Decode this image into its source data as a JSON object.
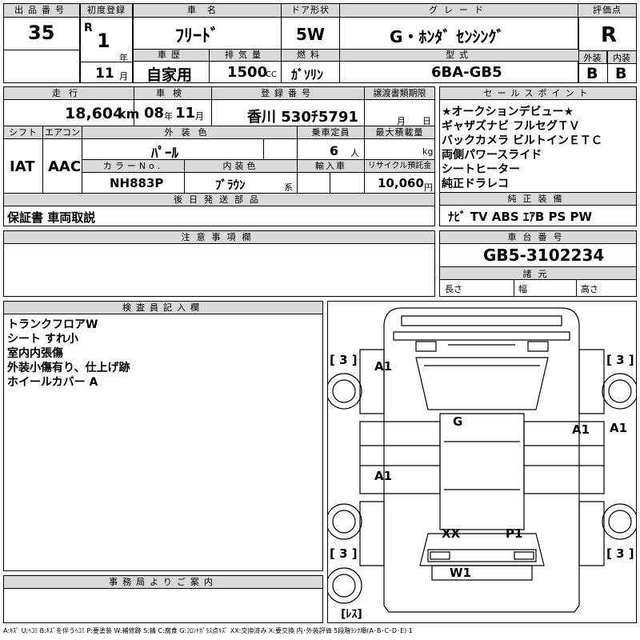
{
  "lot": {
    "label": "出品番号",
    "value": "35"
  },
  "first_reg": {
    "label": "初度登録",
    "era": "R",
    "year": "1",
    "year_unit": "年",
    "month": "11",
    "month_unit": "月"
  },
  "car_name": {
    "label": "車名",
    "value": "ﾌﾘｰﾄﾞ"
  },
  "door": {
    "label": "ドア形状",
    "value": "5W"
  },
  "grade": {
    "label": "グレード",
    "value": "G・ﾎﾝﾀﾞ ｾﾝｼﾝｸﾞ"
  },
  "score": {
    "label": "評価点",
    "value": "R",
    "ext_label": "外装",
    "ext": "B",
    "int_label": "内装",
    "int": "B"
  },
  "history": {
    "label": "車歴",
    "value": "自家用"
  },
  "displacement": {
    "label": "排気量",
    "value": "1500",
    "unit": "CC"
  },
  "fuel": {
    "label": "燃料",
    "value": "ｶﾞｿﾘﾝ"
  },
  "model": {
    "label": "型式",
    "value": "6BA-GB5"
  },
  "mileage": {
    "label": "走行",
    "value": "18,604",
    "unit": "km"
  },
  "inspection": {
    "label": "車検",
    "year": "08",
    "year_unit": "年",
    "month": "11",
    "month_unit": "月"
  },
  "registration": {
    "label": "登録番号",
    "value": "香川 530ﾁ5791"
  },
  "transfer": {
    "label": "譲渡書類期限",
    "month_unit": "月",
    "day_unit": "日"
  },
  "shift": {
    "label": "シフト",
    "value": "IAT"
  },
  "aircon": {
    "label": "エアコン",
    "value": "AAC"
  },
  "exterior_color": {
    "label": "外装色",
    "value": "ﾊﾟｰﾙ"
  },
  "capacity": {
    "label": "乗車定員",
    "value": "6",
    "unit": "人"
  },
  "max_load": {
    "label": "最大積載量",
    "unit": "kg"
  },
  "color_no": {
    "label": "カラーNo.",
    "value": "NH883P"
  },
  "interior_color": {
    "label": "内装色",
    "value": "ﾌﾞﾗｳﾝ",
    "unit": "系"
  },
  "import": {
    "label": "輸入車"
  },
  "recycle": {
    "label": "リサイクル預託金",
    "value": "10,060",
    "unit": "円"
  },
  "followup": {
    "label": "後日発送部品",
    "value": "保証書 車両取説"
  },
  "notes": {
    "label": "注意事項欄"
  },
  "sales_points": {
    "label": "セールスポイント",
    "lines": [
      "★オークションデビュー★",
      "ギャザズナビ フルセグＴＶ",
      "バックカメラ ビルトインＥＴＣ",
      "両側パワースライド",
      "シートヒーター",
      "純正ドラレコ"
    ]
  },
  "equipment": {
    "label": "純正装備",
    "value": "ﾅﾋﾞ TV ABS ｴｱB PS PW"
  },
  "chassis": {
    "label": "車台番号",
    "value": "GB5-3102234"
  },
  "dimensions": {
    "label": "諸元",
    "length": "長さ",
    "width": "幅",
    "height": "高さ"
  },
  "inspector": {
    "label": "検査員記入欄",
    "lines": [
      "トランクフロアW",
      "シート すれ小",
      "室内内張傷",
      "外装小傷有り、仕上げ跡",
      "ホイールカバー A"
    ]
  },
  "office": {
    "label": "事務局よりご案内"
  },
  "diagram": {
    "marks": [
      "A1",
      "G",
      "A1",
      "A1",
      "A1",
      "XX",
      "P1",
      "W1"
    ],
    "tires": [
      "[ 3 ]",
      "[ 3 ]",
      "[ 3 ]",
      "[ 3 ]"
    ],
    "spare": "[ﾚｽ]"
  },
  "legend": "A:ｷｽﾞ U:ﾍｺﾐ B:ｷｽﾞを伴うﾍｺﾐ P:要塗装 W:補修跡 S:錆 C:腐食 G:ﾌﾛﾝﾄｶﾞﾗｽ点ｷｽﾞ XX:交換済み X:要交換 内･外装評価 5段階ﾗﾝｸ順(A･B･C･D･E) 1"
}
